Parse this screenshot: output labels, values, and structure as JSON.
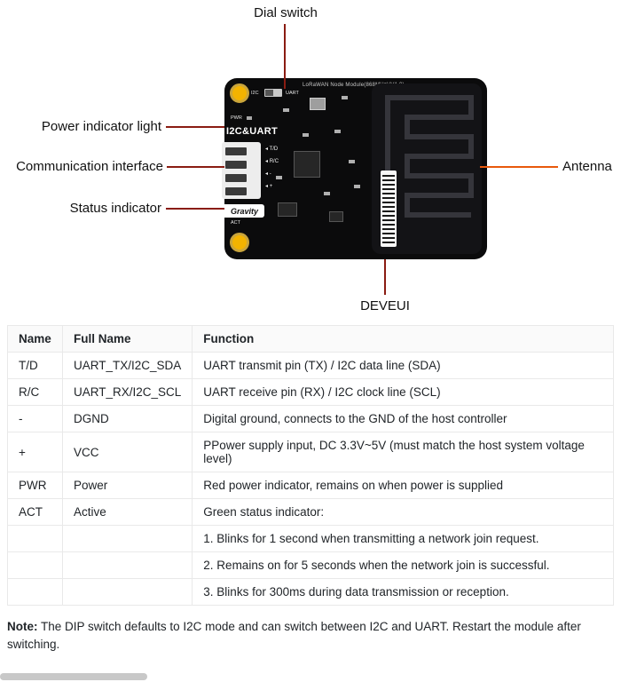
{
  "diagram": {
    "callouts": {
      "dial_switch": "Dial switch",
      "power_indicator": "Power indicator light",
      "communication_interface": "Communication interface",
      "status_indicator": "Status indicator",
      "antenna": "Antenna",
      "deveui": "DEVEUI"
    },
    "board": {
      "silkscreen_title": "LoRaWAN Node Module(868MHz)(V1.0)",
      "switch_left_label": "I2C",
      "switch_right_label": "UART",
      "pwr_label": "PWR",
      "act_label": "ACT",
      "interface_label": "I2C&UART",
      "logo_text": "Gravity",
      "pin_arrow": "◂",
      "pins": [
        "T/D",
        "R/C",
        "-",
        "+"
      ]
    },
    "colors": {
      "leader_line": "#8a1c12",
      "antenna_line": "#e8590c",
      "pad_yellow": "#f3b300"
    }
  },
  "table": {
    "headers": [
      "Name",
      "Full Name",
      "Function"
    ],
    "rows": [
      [
        "T/D",
        "UART_TX/I2C_SDA",
        "UART transmit pin (TX) / I2C data line (SDA)"
      ],
      [
        "R/C",
        "UART_RX/I2C_SCL",
        "UART receive pin (RX) / I2C clock line (SCL)"
      ],
      [
        "-",
        "DGND",
        "Digital ground, connects to the GND of the host controller"
      ],
      [
        "+",
        "VCC",
        "PPower supply input, DC 3.3V~5V (must match the host system voltage level)"
      ],
      [
        "PWR",
        "Power",
        "Red power indicator, remains on when power is supplied"
      ],
      [
        "ACT",
        "Active",
        "Green status indicator:"
      ],
      [
        "",
        "",
        "1. Blinks for 1 second when transmitting a network join request."
      ],
      [
        "",
        "",
        "2. Remains on for 5 seconds when the network join is successful."
      ],
      [
        "",
        "",
        "3. Blinks for 300ms during data transmission or reception."
      ]
    ]
  },
  "note": {
    "label": "Note:",
    "text": "The DIP switch defaults to I2C mode and can switch between I2C and UART. Restart the module after switching."
  }
}
